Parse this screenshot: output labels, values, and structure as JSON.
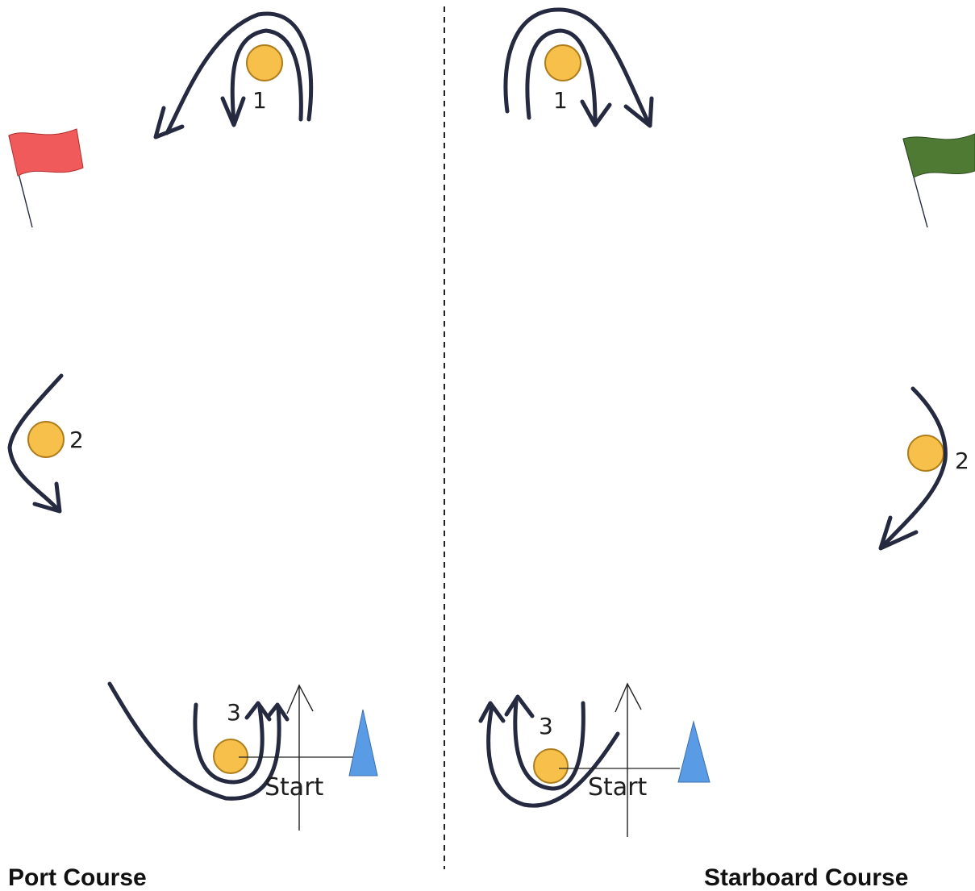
{
  "colors": {
    "buoy": "#f6c04a",
    "buoy_stroke": "#b07d1d",
    "path": "#252a40",
    "port_flag": "#f05a5a",
    "starboard_flag": "#4e7a33",
    "cone": "#5a9be6",
    "divider": "#222222"
  },
  "port": {
    "title": "Port Course",
    "marks": {
      "m1": "1",
      "m2": "2",
      "m3": "3"
    },
    "start_label": "Start",
    "flag_icon": "red-flag"
  },
  "starboard": {
    "title": "Starboard Course",
    "marks": {
      "m1": "1",
      "m2": "2",
      "m3": "3"
    },
    "start_label": "Start",
    "flag_icon": "green-flag"
  }
}
